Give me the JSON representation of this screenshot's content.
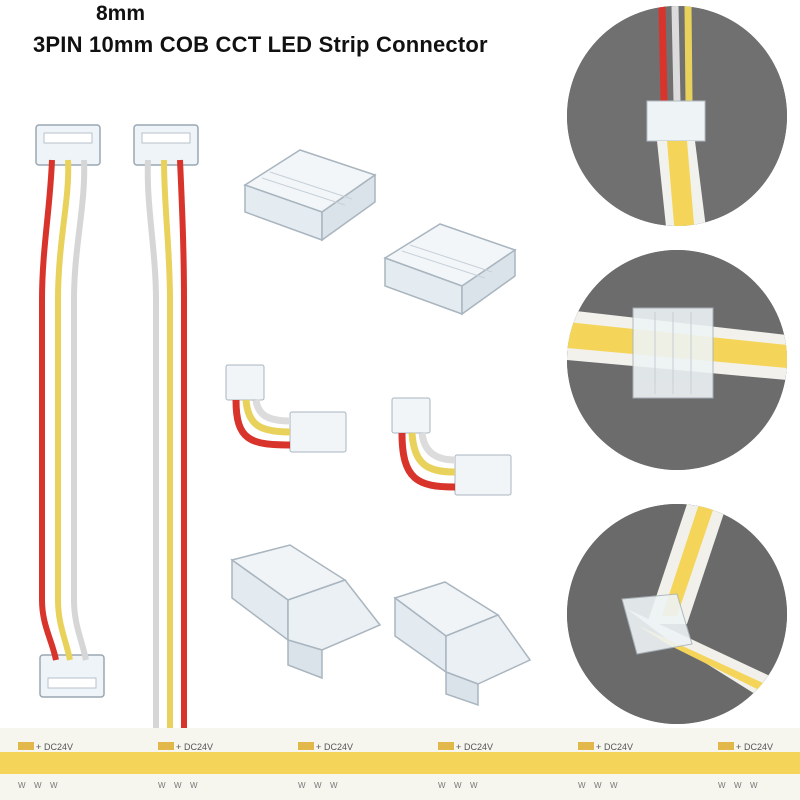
{
  "header": {
    "size_label": "8mm",
    "title": "3PIN 10mm COB CCT LED Strip Connector"
  },
  "strip": {
    "print_label": "DC24V",
    "marks": [
      "+",
      "+",
      "+",
      "+",
      "+",
      "+"
    ],
    "pad_letters": "W"
  },
  "colors": {
    "wire_red": "#d8342c",
    "wire_yellow": "#e9d25c",
    "wire_white": "#dcdcdc",
    "strip_yellow": "#f4d55a",
    "photo_bg": "#6e6e6e"
  }
}
